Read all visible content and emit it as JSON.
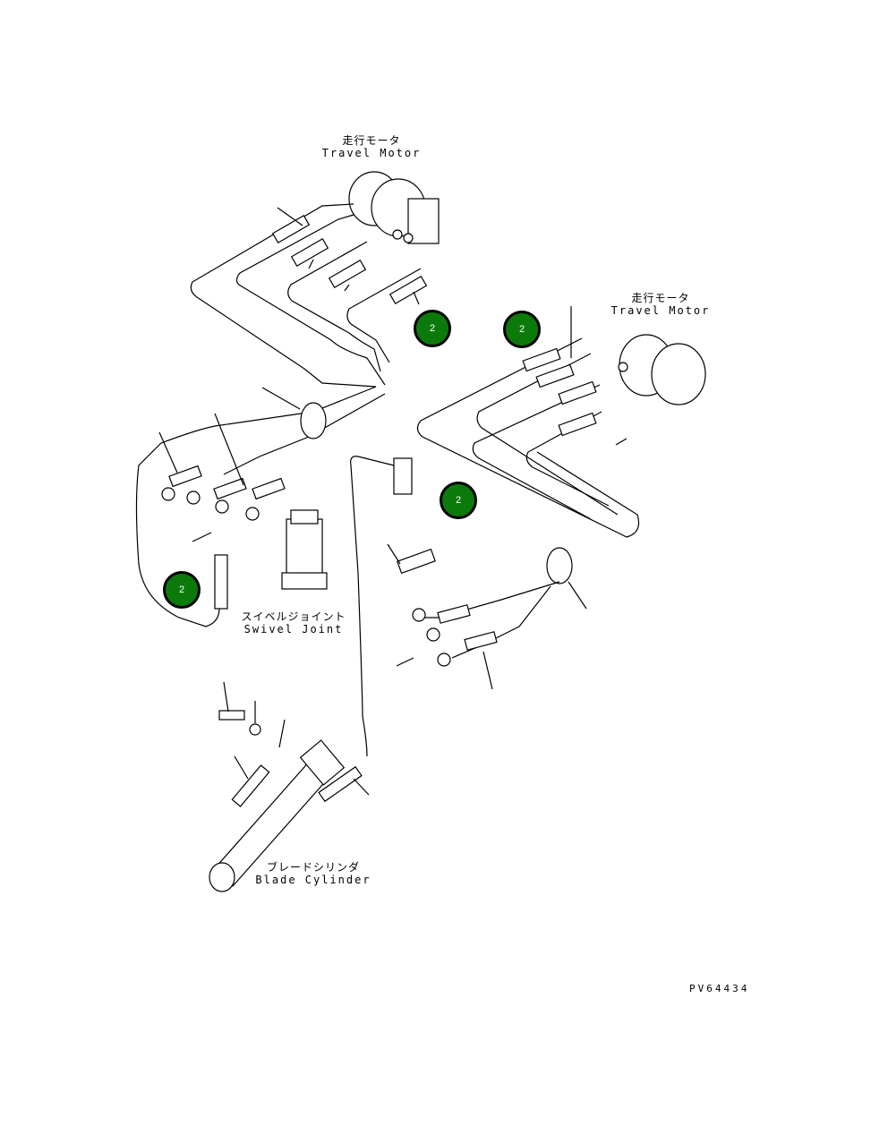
{
  "labels": {
    "travel_motor_top": {
      "jp": "走行モータ",
      "en": "Travel Motor"
    },
    "travel_motor_right": {
      "jp": "走行モータ",
      "en": "Travel Motor"
    },
    "swivel_joint": {
      "jp": "スイベルジョイント",
      "en": "Swivel Joint"
    },
    "blade_cylinder": {
      "jp": "ブレードシリンダ",
      "en": "Blade Cylinder"
    }
  },
  "callouts": [
    "2",
    "2",
    "2",
    "2"
  ],
  "drawing_code": "PV64434"
}
